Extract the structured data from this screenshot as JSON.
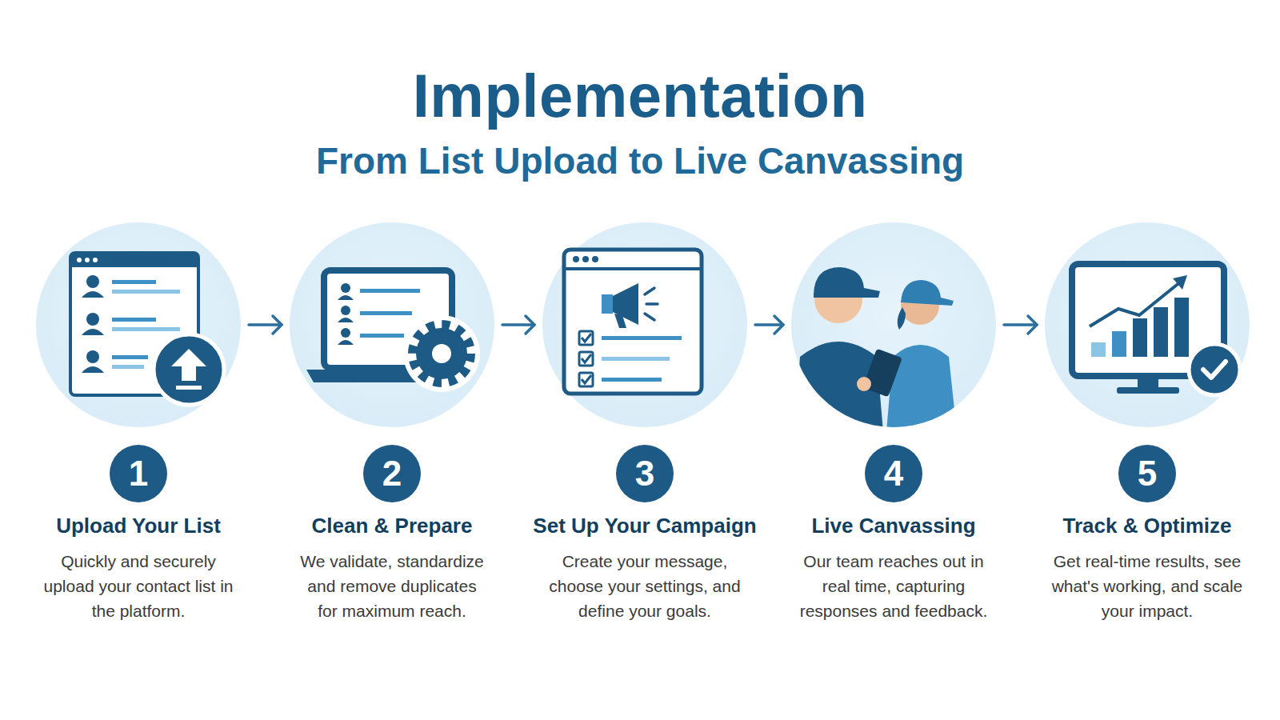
{
  "diagram": {
    "title": "Implementation",
    "nodes": [
      {
        "text": [
          "1",
          "Upload Your List",
          "Quickly and securely upload your contact list in the platform."
        ]
      },
      {
        "text": [
          "2",
          "Clean & Prepare",
          "We validate, standardize and remove duplicates for maximum reach."
        ]
      },
      {
        "text": [
          "3",
          "Set Up Your Campaign",
          "Create your message, choose your settings, and define your goals."
        ]
      },
      {
        "text": [
          "4",
          "Live Canvassing",
          "Our team reaches out in real time, capturing responses and feedback."
        ]
      },
      {
        "text": [
          "5",
          "Track & Optimize",
          "Get real-time results, see what's working, and scale your impact."
        ]
      }
    ],
    "edges": [
      {
        "from": 0,
        "to": 1,
        "arrow": "to"
      },
      {
        "from": 1,
        "to": 2,
        "arrow": "to"
      },
      {
        "from": 2,
        "to": 3,
        "arrow": "to"
      },
      {
        "from": 3,
        "to": 4,
        "arrow": "to"
      }
    ],
    "labels": [
      "From List Upload to Live Canvassing"
    ]
  }
}
